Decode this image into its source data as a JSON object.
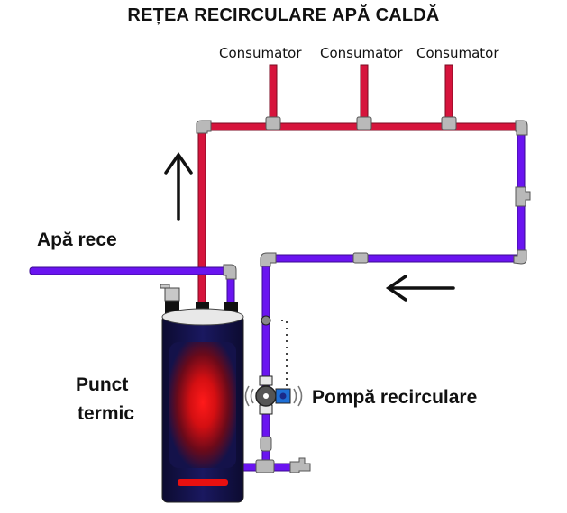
{
  "title": "REȚEA RECIRCULARE APĂ CALDĂ",
  "consumers": [
    "Consumator",
    "Consumator",
    "Consumator"
  ],
  "labels": {
    "cold_water": "Apă rece",
    "heating_point_line1": "Punct",
    "heating_point_line2": "termic",
    "recirculation_pump": "Pompă recirculare"
  },
  "colors": {
    "hot_pipe": "#d6143c",
    "cold_pipe": "#6a14f0",
    "fitting": "#b9b9b9",
    "tank_body": "#14124a",
    "tank_heat": "#ff1010",
    "arrow": "#111111"
  },
  "flow_arrows": [
    "arrow-up",
    "arrow-left"
  ]
}
